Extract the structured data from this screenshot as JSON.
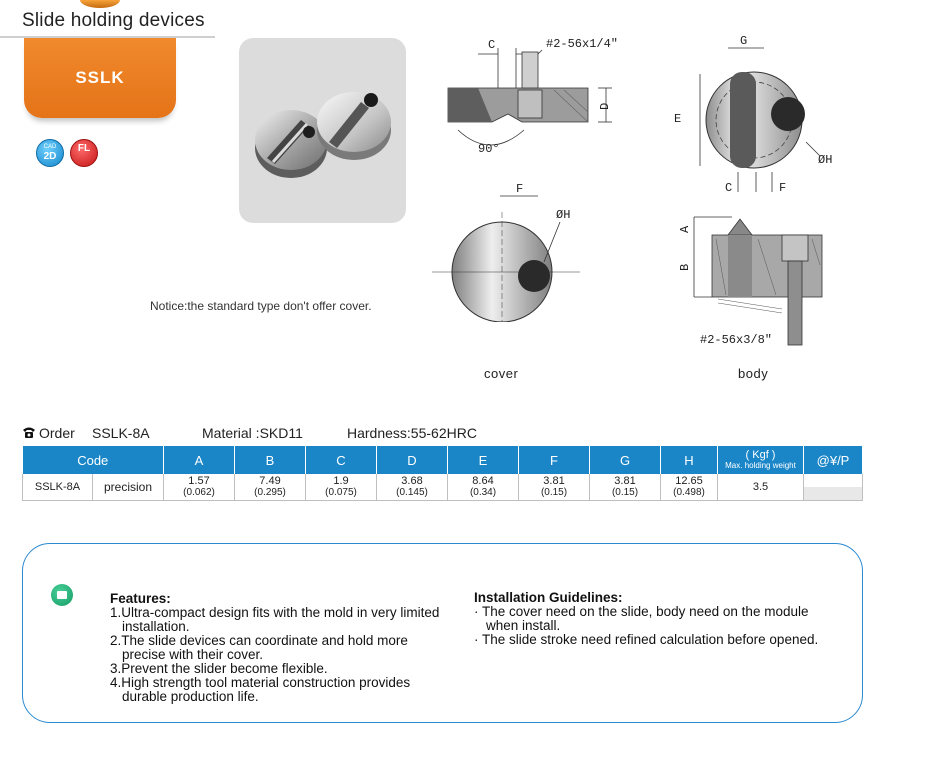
{
  "header": {
    "title": "Slide holding devices"
  },
  "model_tab": {
    "label": "SSLK"
  },
  "badges": [
    {
      "top": "CAD",
      "main": "2D",
      "color": "#1385c9"
    },
    {
      "top": "",
      "main": "FL",
      "color": "#c31515"
    }
  ],
  "notice": "Notice:the standard type don't offer cover.",
  "drawings": {
    "cover_section": {
      "thread": "#2-56x1/4\"",
      "dim_c": "C",
      "dim_d": "D",
      "angle": "90°"
    },
    "body_top": {
      "dim_g": "G",
      "dim_e": "E",
      "dim_h": "ØH",
      "dim_c": "C",
      "dim_f": "F"
    },
    "cover_top": {
      "dim_f": "F",
      "dim_h": "ØH"
    },
    "body_section": {
      "dim_a": "A",
      "dim_b": "B",
      "thread": "#2-56x3/8\""
    },
    "captions": {
      "cover": "cover",
      "body": "body"
    }
  },
  "order": {
    "label": "Order",
    "code": "SSLK-8A",
    "material": "Material :SKD11",
    "hardness": "Hardness:55-62HRC"
  },
  "table": {
    "headers": [
      "Code",
      "A",
      "B",
      "C",
      "D",
      "E",
      "F",
      "G",
      "H"
    ],
    "weight_header": {
      "unit": "( Kgf )",
      "label": "Max. holding weight"
    },
    "price_header": "@¥/P",
    "row": {
      "code": "SSLK-8A",
      "grade": "precision",
      "values": [
        {
          "mm": "1.57",
          "inch": "(0.062)"
        },
        {
          "mm": "7.49",
          "inch": "(0.295)"
        },
        {
          "mm": "1.9",
          "inch": "(0.075)"
        },
        {
          "mm": "3.68",
          "inch": "(0.145)"
        },
        {
          "mm": "8.64",
          "inch": "(0.34)"
        },
        {
          "mm": "3.81",
          "inch": "(0.15)"
        },
        {
          "mm": "3.81",
          "inch": "(0.15)"
        },
        {
          "mm": "12.65",
          "inch": "(0.498)"
        }
      ],
      "weight": "3.5",
      "price": ""
    }
  },
  "features": {
    "title": "Features:",
    "items": [
      "1.Ultra-compact design fits with the mold in very limited installation.",
      "2.The slide devices can coordinate and  hold more precise with their cover.",
      "3.Prevent the slider become flexible.",
      "4.High strength tool material construction provides durable production life."
    ]
  },
  "installation": {
    "title": "Installation Guidelines:",
    "items": [
      "· The cover need on the slide,  body need on the module when install.",
      "· The slide stroke need refined calculation before opened."
    ]
  },
  "colors": {
    "accent_orange": "#e57318",
    "table_blue": "#1a86c8",
    "box_border": "#2b8ad0"
  }
}
